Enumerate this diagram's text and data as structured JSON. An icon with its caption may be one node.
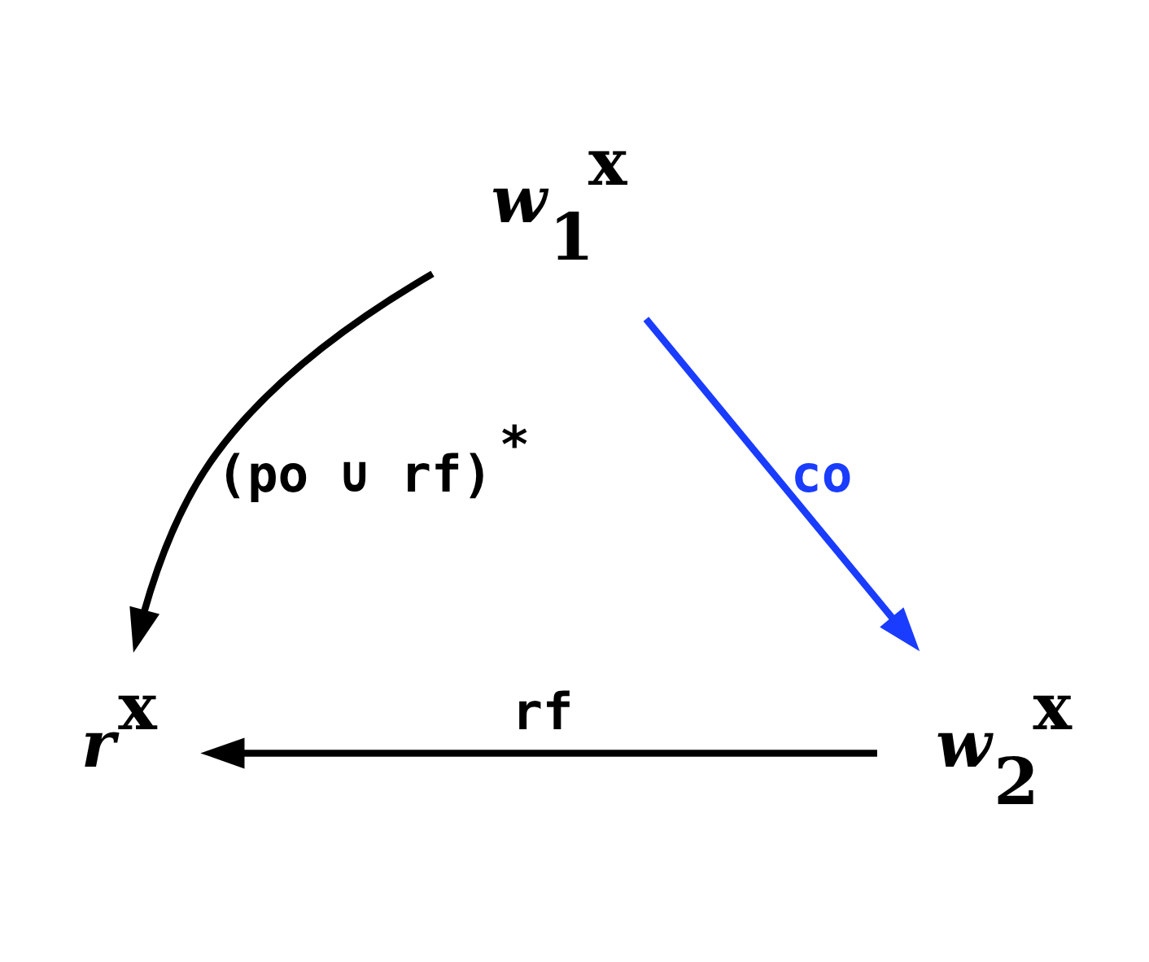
{
  "diagram": {
    "nodes": [
      {
        "text": [
          "*w*$_{1}$$^{x}$"
        ]
      },
      {
        "text": [
          "*r*$^{x}$"
        ]
      },
      {
        "text": [
          "*w*$_{2}$$^{x}$"
        ]
      }
    ],
    "edges": [
      {
        "from": 0,
        "to": 2,
        "arrow": "to",
        "label": "co",
        "color": "#1a3cff"
      },
      {
        "from": 2,
        "to": 1,
        "arrow": "to",
        "label": "rf"
      },
      {
        "from": 0,
        "to": 1,
        "arrow": "to",
        "label": "(po ∪ rf)$^{*}$"
      }
    ]
  }
}
